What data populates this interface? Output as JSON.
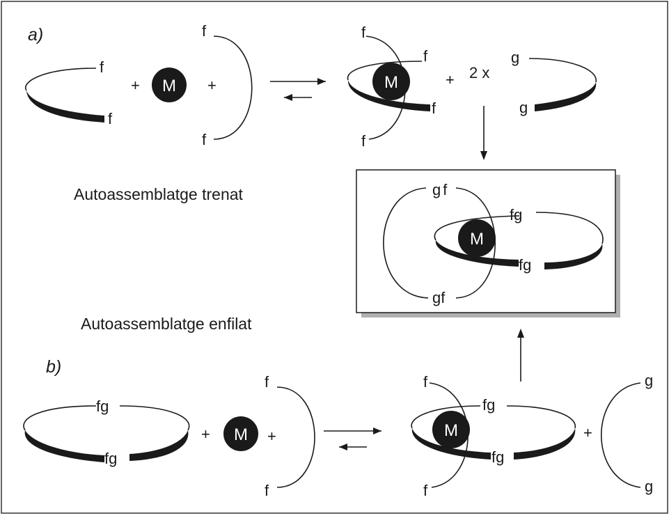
{
  "labels": {
    "part_a": "a)",
    "part_b": "b)",
    "metal": "M",
    "plus": "+",
    "two_x": "2 x",
    "f": "f",
    "g": "g",
    "fg": "fg",
    "gf": "gf"
  },
  "captions": {
    "threaded": "Autoassemblatge trenat",
    "threaded_in": "Autoassemblatge enfilat"
  },
  "colors": {
    "ink": "#1a1a1a",
    "frame_shadow": "#b0b0b0",
    "background": "#ffffff"
  }
}
